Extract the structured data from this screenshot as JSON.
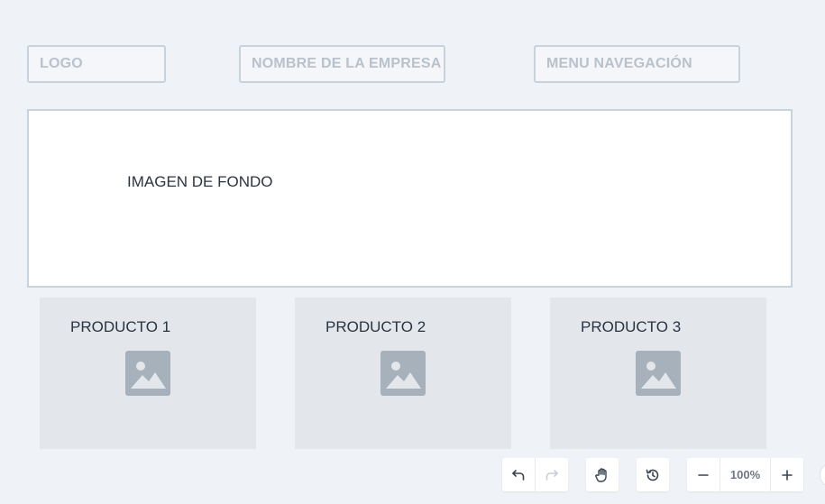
{
  "header": {
    "logo": "LOGO",
    "company": "NOMBRE DE LA EMPRESA",
    "menu": "MENU NAVEGACIÓN"
  },
  "hero": {
    "label": "IMAGEN DE FONDO"
  },
  "products": [
    {
      "title": "PRODUCTO 1",
      "icon": "image-placeholder-icon"
    },
    {
      "title": "PRODUCTO 2",
      "icon": "image-placeholder-icon"
    },
    {
      "title": "PRODUCTO 3",
      "icon": "image-placeholder-icon"
    }
  ],
  "toolbar": {
    "zoom": "100%",
    "icons": [
      "undo-icon",
      "redo-icon",
      "hand-icon",
      "history-icon",
      "zoom-out-icon",
      "zoom-in-icon"
    ]
  },
  "colors": {
    "background": "#eff2f6",
    "placeholder_text": "#b9c2cc",
    "product_bg": "#e3e7ec",
    "icon_gray": "#a7b1bb"
  }
}
